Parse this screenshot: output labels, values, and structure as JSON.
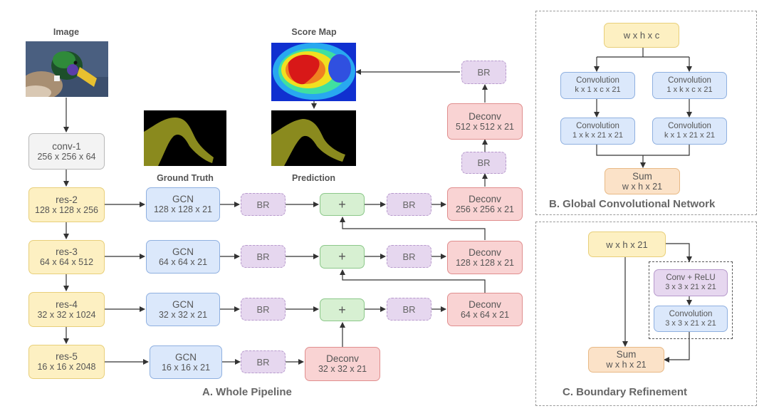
{
  "labels": {
    "image": "Image",
    "score_map": "Score Map",
    "ground_truth": "Ground Truth",
    "prediction": "Prediction"
  },
  "pipeline": {
    "conv1": {
      "name": "conv-1",
      "dims": "256 x 256 x 64"
    },
    "res2": {
      "name": "res-2",
      "dims": "128 x 128 x 256"
    },
    "res3": {
      "name": "res-3",
      "dims": "64 x 64 x 512"
    },
    "res4": {
      "name": "res-4",
      "dims": "32 x 32 x 1024"
    },
    "res5": {
      "name": "res-5",
      "dims": "16 x 16 x 2048"
    },
    "gcn2": {
      "name": "GCN",
      "dims": "128 x 128 x 21"
    },
    "gcn3": {
      "name": "GCN",
      "dims": "64 x 64 x 21"
    },
    "gcn4": {
      "name": "GCN",
      "dims": "32 x 32 x 21"
    },
    "gcn5": {
      "name": "GCN",
      "dims": "16 x 16 x 21"
    },
    "br": "BR",
    "plus": "+",
    "deconv5": {
      "name": "Deconv",
      "dims": "32 x 32 x 21"
    },
    "deconv4": {
      "name": "Deconv",
      "dims": "64 x 64 x 21"
    },
    "deconv3": {
      "name": "Deconv",
      "dims": "128 x 128 x 21"
    },
    "deconv2": {
      "name": "Deconv",
      "dims": "256 x 256 x 21"
    },
    "deconv1": {
      "name": "Deconv",
      "dims": "512 x 512 x 21"
    },
    "caption": "A. Whole Pipeline"
  },
  "gcn_panel": {
    "input": "w x h x c",
    "conv_a1": {
      "name": "Convolution",
      "dims": "k x 1 x c x 21"
    },
    "conv_b1": {
      "name": "Convolution",
      "dims": "1 x k x c x 21"
    },
    "conv_a2": {
      "name": "Convolution",
      "dims": "1 x k x 21 x 21"
    },
    "conv_b2": {
      "name": "Convolution",
      "dims": "k x 1 x 21 x 21"
    },
    "sum": {
      "name": "Sum",
      "dims": "w x h x 21"
    },
    "caption": "B. Global Convolutional Network"
  },
  "br_panel": {
    "input": "w x h x 21",
    "conv_relu": {
      "name": "Conv + ReLU",
      "dims": "3 x 3 x 21 x 21"
    },
    "conv": {
      "name": "Convolution",
      "dims": "3 x 3 x 21 x 21"
    },
    "sum": {
      "name": "Sum",
      "dims": "w x h x 21"
    },
    "caption": "C. Boundary Refinement"
  }
}
